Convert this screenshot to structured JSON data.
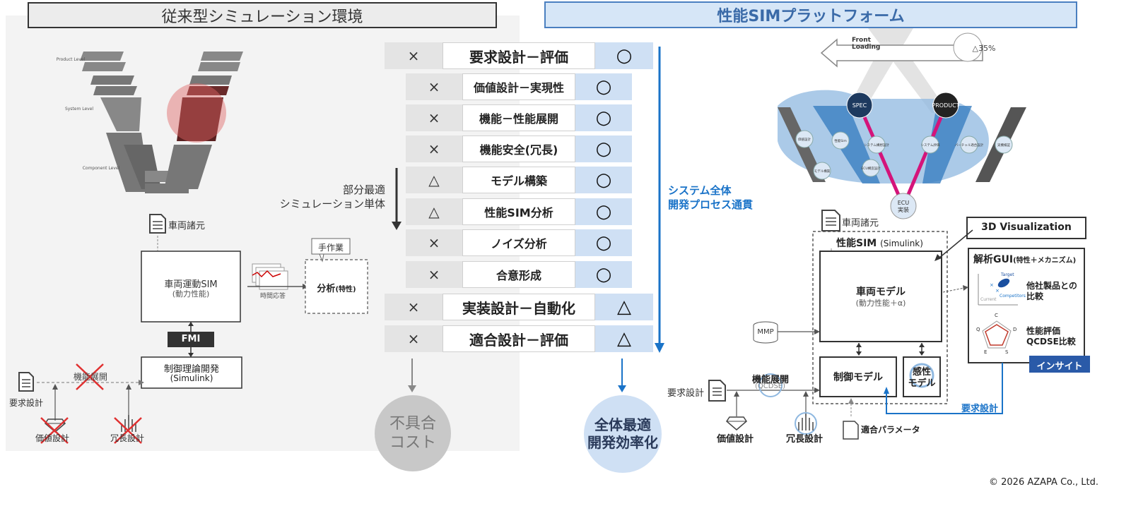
{
  "left": {
    "header": "従来型シミュレーション環境",
    "partial_optimum": [
      "部分最適",
      "シミュレーション単体"
    ],
    "vehicle_spec": "車両諸元",
    "vehicle_sim": [
      "車両運動SIM",
      "(動力性能)"
    ],
    "fmi": "FMI",
    "control_dev": [
      "制御理論開発",
      "(Simulink)"
    ],
    "time_response": "時間応答",
    "manual_work": "手作業",
    "analysis_main": "分析",
    "analysis_sub": "(特性)",
    "function_deploy": "機能展開",
    "requirement_design": "要求設計",
    "value_design": "価値設計",
    "redundancy_design": "冗長設計"
  },
  "v_diagram_left": {
    "product_level": "Product Level",
    "system_level": "System Level",
    "component_level": "Component Level"
  },
  "process": {
    "rows": [
      {
        "mark": "×",
        "label": "要求設計－評価",
        "result": "○",
        "major": true
      },
      {
        "mark": "×",
        "label": "価値設計－実現性",
        "result": "○",
        "major": false
      },
      {
        "mark": "×",
        "label": "機能－性能展開",
        "result": "○",
        "major": false
      },
      {
        "mark": "×",
        "label": "機能安全(冗長)",
        "result": "○",
        "major": false
      },
      {
        "mark": "△",
        "label": "モデル構築",
        "result": "○",
        "major": false
      },
      {
        "mark": "△",
        "label": "性能SIM分析",
        "result": "○",
        "major": false
      },
      {
        "mark": "×",
        "label": "ノイズ分析",
        "result": "○",
        "major": false
      },
      {
        "mark": "×",
        "label": "合意形成",
        "result": "○",
        "major": false
      },
      {
        "mark": "×",
        "label": "実装設計－自動化",
        "result": "△",
        "major": true
      },
      {
        "mark": "×",
        "label": "適合設計－評価",
        "result": "△",
        "major": true
      }
    ],
    "defect_cost": [
      "不具合",
      "コスト"
    ],
    "overall_optimum": [
      "全体最適",
      "開発効率化"
    ],
    "system_through": [
      "システム全体",
      "開発プロセス通貫"
    ]
  },
  "right": {
    "header": "性能SIMプラットフォーム",
    "front_loading": [
      "Front",
      "Loading"
    ],
    "reduction": "△35%",
    "spec": "SPEC",
    "product": "PRODUCT",
    "ecu": [
      "ECU",
      "実装"
    ],
    "v_nodes": [
      "価値設計",
      "性能Sim",
      "モデル構築",
      "システム構想設計",
      "ECU構造設計",
      "システム評価",
      "バーチャル適合設計",
      "実機検証"
    ],
    "vehicle_spec": "車両諸元",
    "perf_sim": "性能SIM",
    "perf_sim_sub": "(Simulink)",
    "vehicle_model": [
      "車両モデル",
      "(動力性能＋α)"
    ],
    "mmp": "MMP",
    "control_model": "制御モデル",
    "sensory_model": [
      "感性",
      "モデル"
    ],
    "viz3d": "3D Visualization",
    "gui_title": "解析GUI",
    "gui_title_sub": "(特性＋メカニズム)",
    "compare": [
      "他社製品との",
      "比較"
    ],
    "target": "Target",
    "competitors": "Competitors",
    "current": "Current",
    "qcdse_letters": [
      "C",
      "D",
      "S",
      "E",
      "Q"
    ],
    "perf_eval": [
      "性能評価",
      "QCDSE比較"
    ],
    "insight": "インサイト",
    "req_design_loop": "要求設計",
    "function_deploy": "機能展開",
    "qcdse": "(QCDSE)",
    "requirement_design": "要求設計",
    "value_design": "価値設計",
    "redundancy_design": "冗長設計",
    "fit_param": "適合パラメータ"
  },
  "copyright": "© 2026 AZAPA Co., Ltd.",
  "colors": {
    "accent_blue": "#1a73c8",
    "magenta": "#d4147a",
    "light_blue": "#cfe0f4",
    "dark": "#333333"
  }
}
